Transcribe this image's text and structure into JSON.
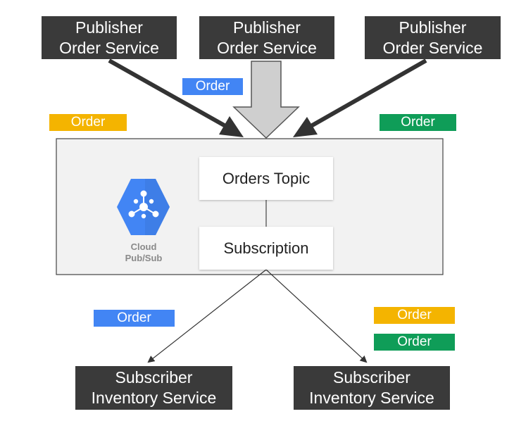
{
  "publishers": [
    {
      "line1": "Publisher",
      "line2": "Order Service"
    },
    {
      "line1": "Publisher",
      "line2": "Order Service"
    },
    {
      "line1": "Publisher",
      "line2": "Order Service"
    }
  ],
  "subscribers": [
    {
      "line1": "Subscriber",
      "line2": "Inventory Service"
    },
    {
      "line1": "Subscriber",
      "line2": "Inventory Service"
    }
  ],
  "pubsub": {
    "topic": "Orders Topic",
    "subscription": "Subscription",
    "logo_line1": "Cloud",
    "logo_line2": "Pub/Sub"
  },
  "messages": [
    {
      "label": "Order",
      "color": "#4285f4"
    },
    {
      "label": "Order",
      "color": "#f4b400"
    },
    {
      "label": "Order",
      "color": "#0f9d58"
    },
    {
      "label": "Order",
      "color": "#4285f4"
    },
    {
      "label": "Order",
      "color": "#f4b400"
    },
    {
      "label": "Order",
      "color": "#0f9d58"
    }
  ],
  "colors": {
    "service_box": "#3a3a3a",
    "pubsub_panel": "#f2f2f2",
    "logo_hex": "#4285f4",
    "arrow": "#333333",
    "fat_arrow": "#cfcfcf"
  }
}
